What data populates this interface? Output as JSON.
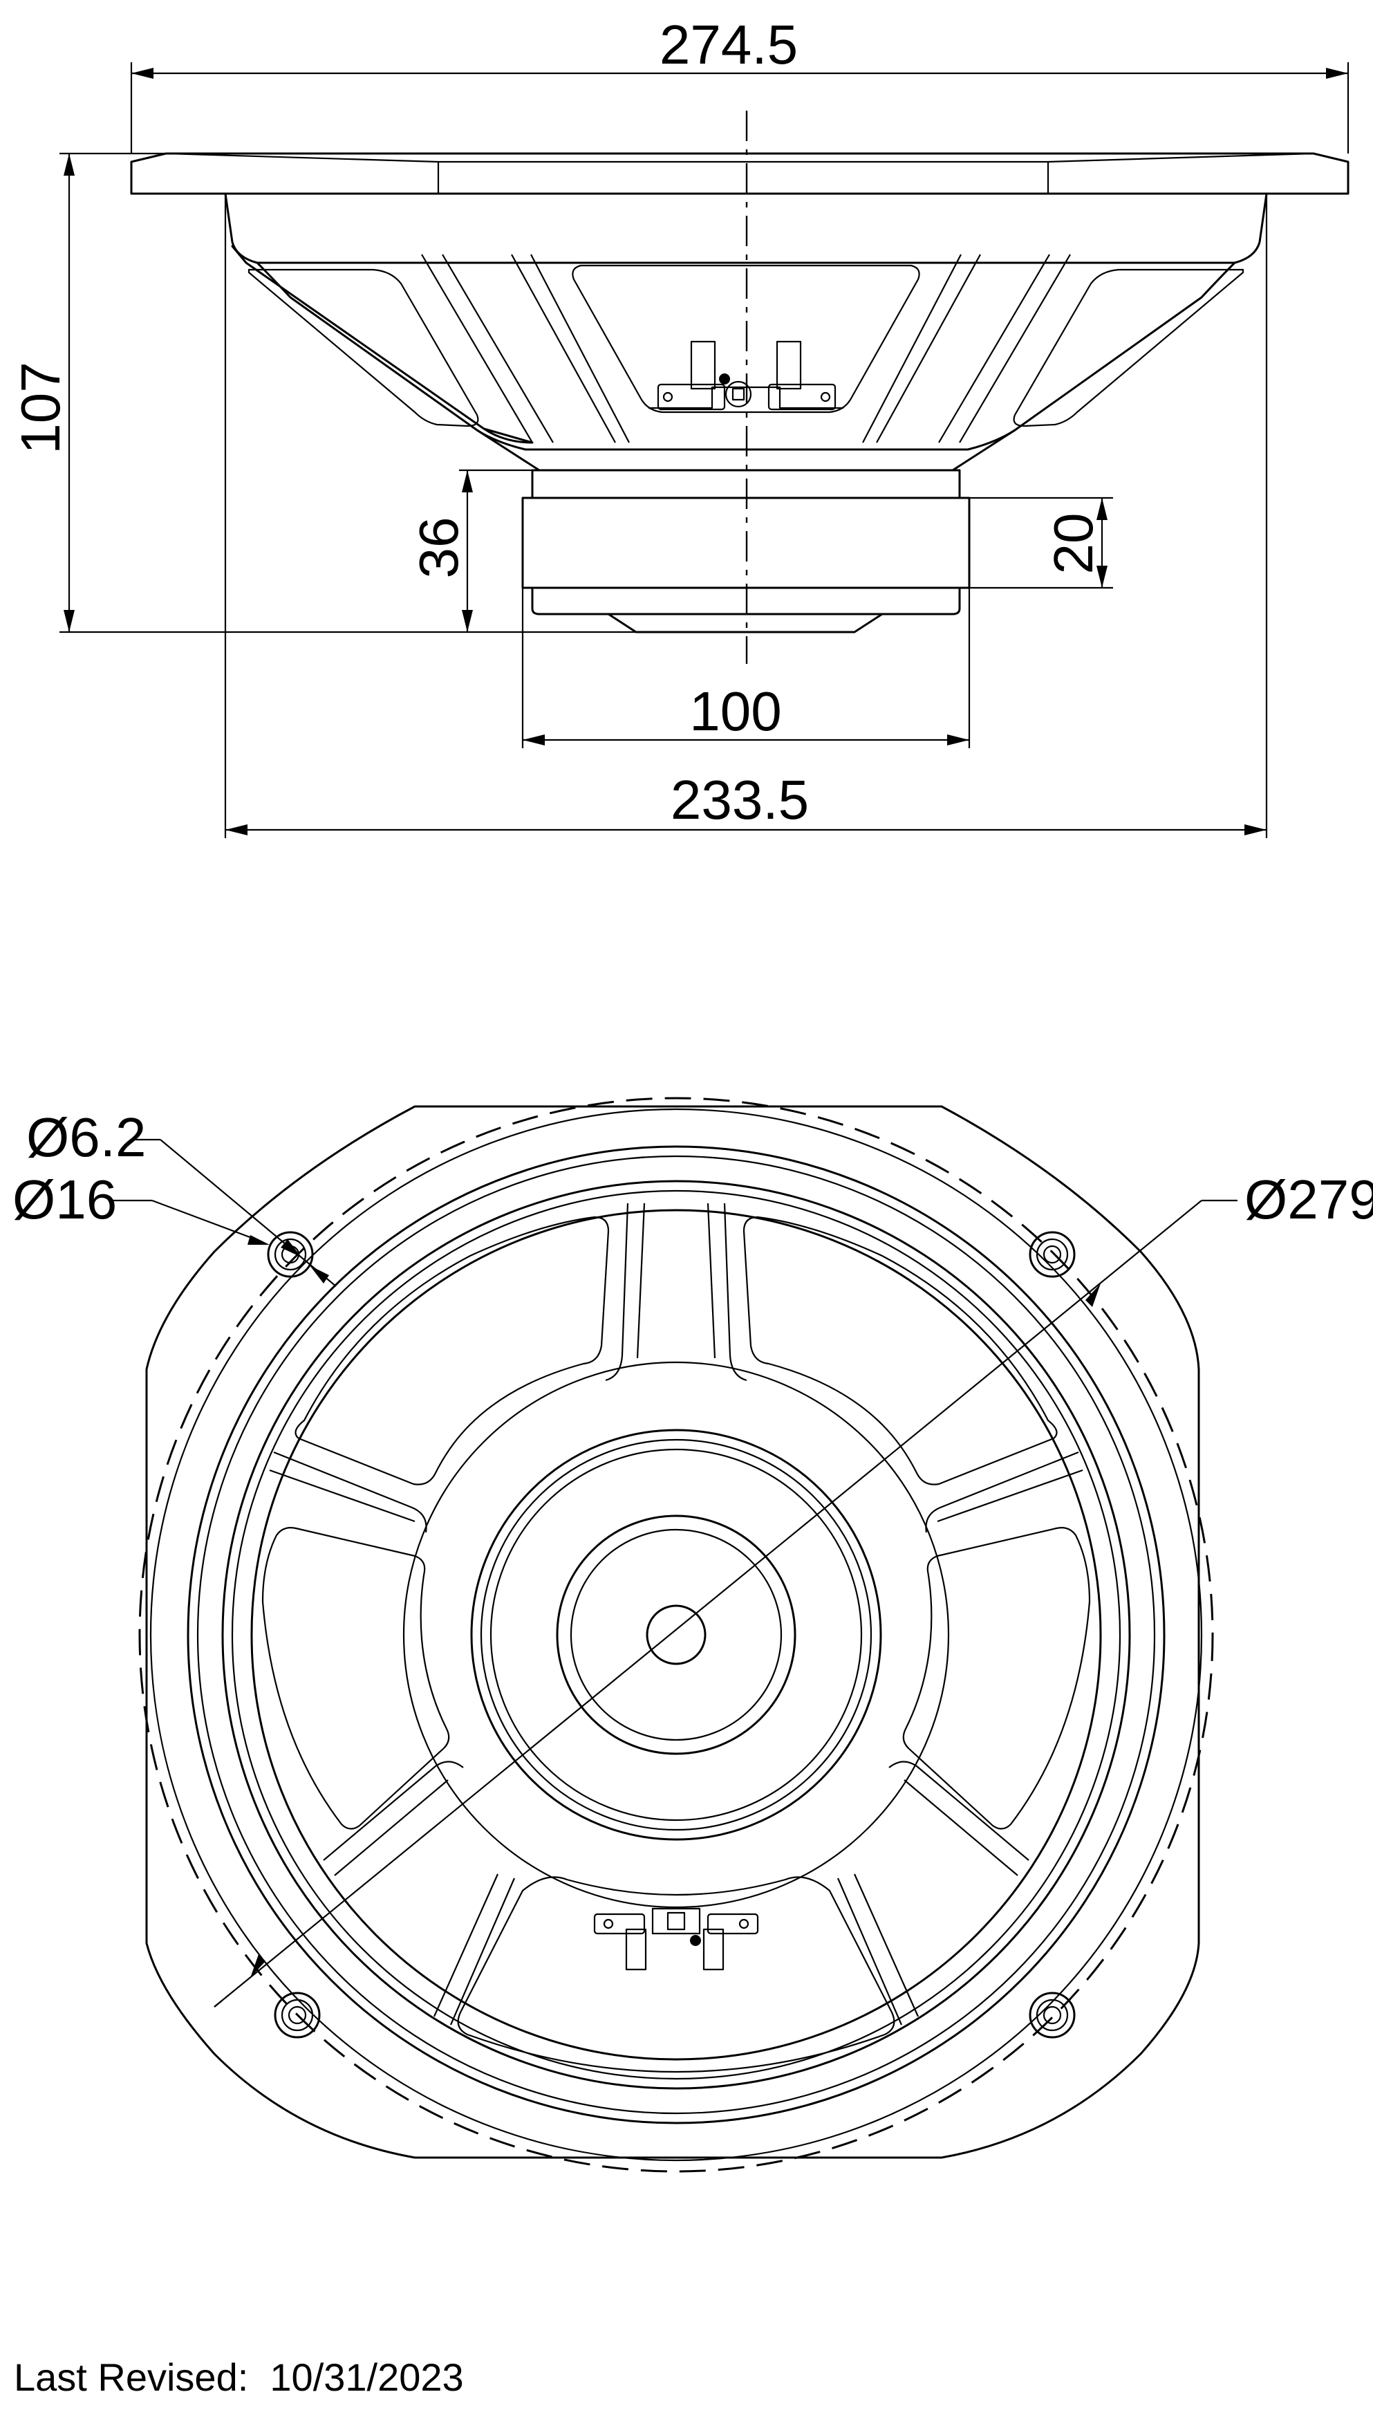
{
  "dimensions": {
    "top_width": "274.5",
    "overall_depth": "107",
    "magnet_depth": "36",
    "magnet_height": "20",
    "magnet_diameter": "100",
    "basket_width": "233.5",
    "hole_diameter": "Ø6.2",
    "hole_outer_diameter": "Ø16",
    "bolt_circle_diameter": "Ø279"
  },
  "footer": {
    "revised_label": "Last Revised:",
    "revised_date": "10/31/2023"
  }
}
